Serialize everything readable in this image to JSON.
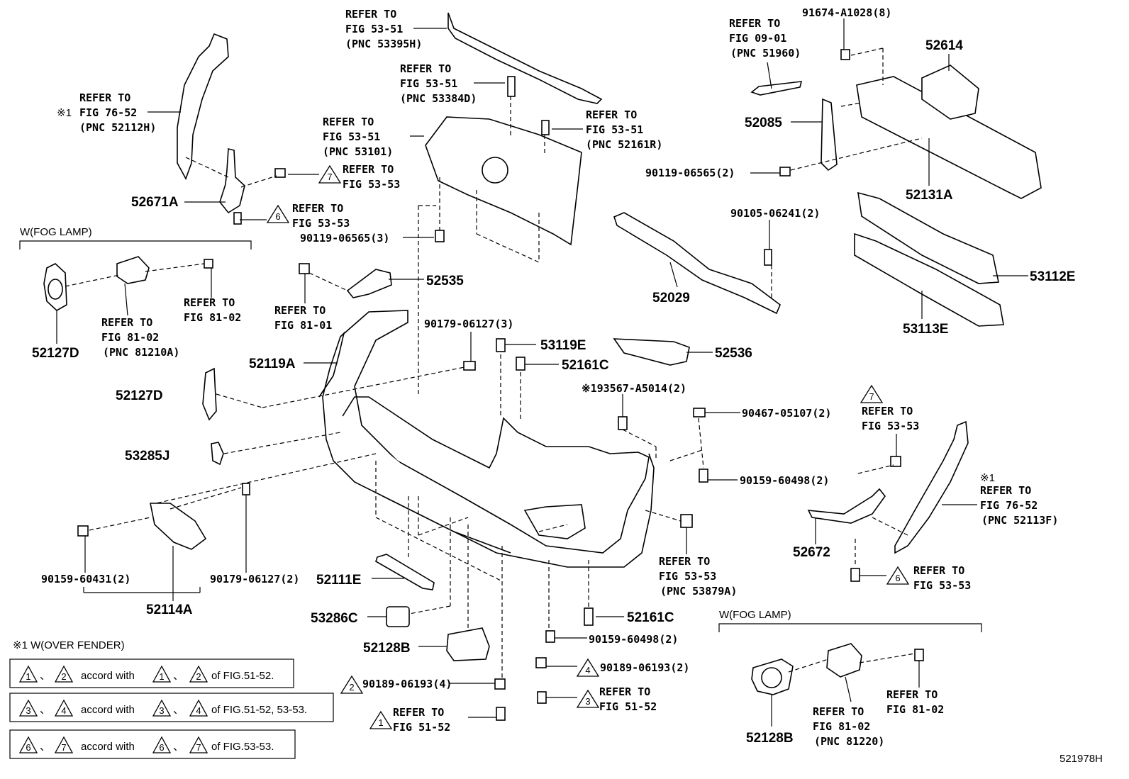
{
  "labels": {
    "ref_53395h": [
      "REFER TO",
      "FIG 53-51",
      "(PNC 53395H)"
    ],
    "ref_52112h": [
      "REFER TO",
      "FIG 76-52",
      "(PNC 52112H)"
    ],
    "ref_52112h_mark": "※1",
    "ref_53384d": [
      "REFER TO",
      "FIG 53-51",
      "(PNC 53384D)"
    ],
    "ref_53101": [
      "REFER TO",
      "FIG 53-51",
      "(PNC 53101)"
    ],
    "ref_52161r": [
      "REFER TO",
      "FIG 53-51",
      "(PNC 52161R)"
    ],
    "ref_51960": [
      "REFER TO",
      "FIG 09-01",
      "(PNC 51960)"
    ],
    "pn_91674": "91674-A1028(8)",
    "pn_52614": "52614",
    "pn_52085": "52085",
    "pn_90119_06565_2": "90119-06565(2)",
    "pn_52131a": "52131A",
    "ref_7_fig5353_top": [
      "REFER TO",
      "FIG 53-53"
    ],
    "ref_6_fig5353_top": [
      "REFER TO",
      "FIG 53-53"
    ],
    "pn_52671a": "52671A",
    "fog_lamp_left": "W(FOG LAMP)",
    "pn_90119_06565_3": "90119-06565(3)",
    "pn_90105_06241": "90105-06241(2)",
    "pn_52029": "52029",
    "pn_53112e": "53112E",
    "pn_53113e": "53113E",
    "ref_81_02_a": [
      "REFER TO",
      "FIG 81-02"
    ],
    "ref_81210a": [
      "REFER TO",
      "FIG 81-02",
      "(PNC 81210A)"
    ],
    "pn_52127d_a": "52127D",
    "ref_81_01": [
      "REFER TO",
      "FIG 81-01"
    ],
    "pn_52535": "52535",
    "pn_90179_06127_3": "90179-06127(3)",
    "pn_53119e": "53119E",
    "pn_52161c_a": "52161C",
    "pn_52536": "52536",
    "pn_52119a": "52119A",
    "pn_52127d_b": "52127D",
    "pn_93567": "※193567-A5014(2)",
    "pn_90467": "90467-05107(2)",
    "ref_7_fig5353_right": [
      "REFER TO",
      "FIG 53-53"
    ],
    "pn_53285j": "53285J",
    "pn_90159_60498_a": "90159-60498(2)",
    "ref_52113f": [
      "※1",
      "REFER TO",
      "FIG 76-52",
      "(PNC 52113F)"
    ],
    "pn_52672": "52672",
    "ref_53879a": [
      "REFER TO",
      "FIG 53-53",
      "(PNC 53879A)"
    ],
    "ref_6_fig5353_right": [
      "REFER TO",
      "FIG 53-53"
    ],
    "pn_90159_60431": "90159-60431(2)",
    "pn_90179_06127_2": "90179-06127(2)",
    "pn_52111e": "52111E",
    "pn_52114a": "52114A",
    "pn_53286c": "53286C",
    "pn_52161c_b": "52161C",
    "fog_lamp_right": "W(FOG LAMP)",
    "pn_52128b_a": "52128B",
    "pn_90159_60498_b": "90159-60498(2)",
    "pn_90189_06193_2": "90189-06193(2)",
    "pn_90189_06193_4": "90189-06193(4)",
    "ref_51_52_a": [
      "REFER TO",
      "FIG 51-52"
    ],
    "ref_51_52_b": [
      "REFER TO",
      "FIG 51-52"
    ],
    "ref_81_02_b": [
      "REFER TO",
      "FIG 81-02"
    ],
    "ref_81220": [
      "REFER TO",
      "FIG 81-02",
      "(PNC 81220)"
    ],
    "pn_52128b_b": "52128B",
    "fig_id": "521978H"
  },
  "triangles": {
    "t7_top": "7",
    "t6_top": "6",
    "t7_right": "7",
    "t6_right": "6",
    "t4": "4",
    "t3": "3",
    "t2": "2",
    "t1": "1"
  },
  "notes": {
    "over_fender": "※1 W(OVER FENDER)",
    "row1": {
      "a": "1",
      "b": "2",
      "sep": "、",
      "text": "accord with",
      "c": "1",
      "d": "2",
      "tail": "of FIG.51-52."
    },
    "row2": {
      "a": "3",
      "b": "4",
      "sep": "、",
      "text": "accord with",
      "c": "3",
      "d": "4",
      "tail": "of FIG.51-52, 53-53."
    },
    "row3": {
      "a": "6",
      "b": "7",
      "sep": "、",
      "text": "accord with",
      "c": "6",
      "d": "7",
      "tail": "of FIG.53-53."
    }
  }
}
